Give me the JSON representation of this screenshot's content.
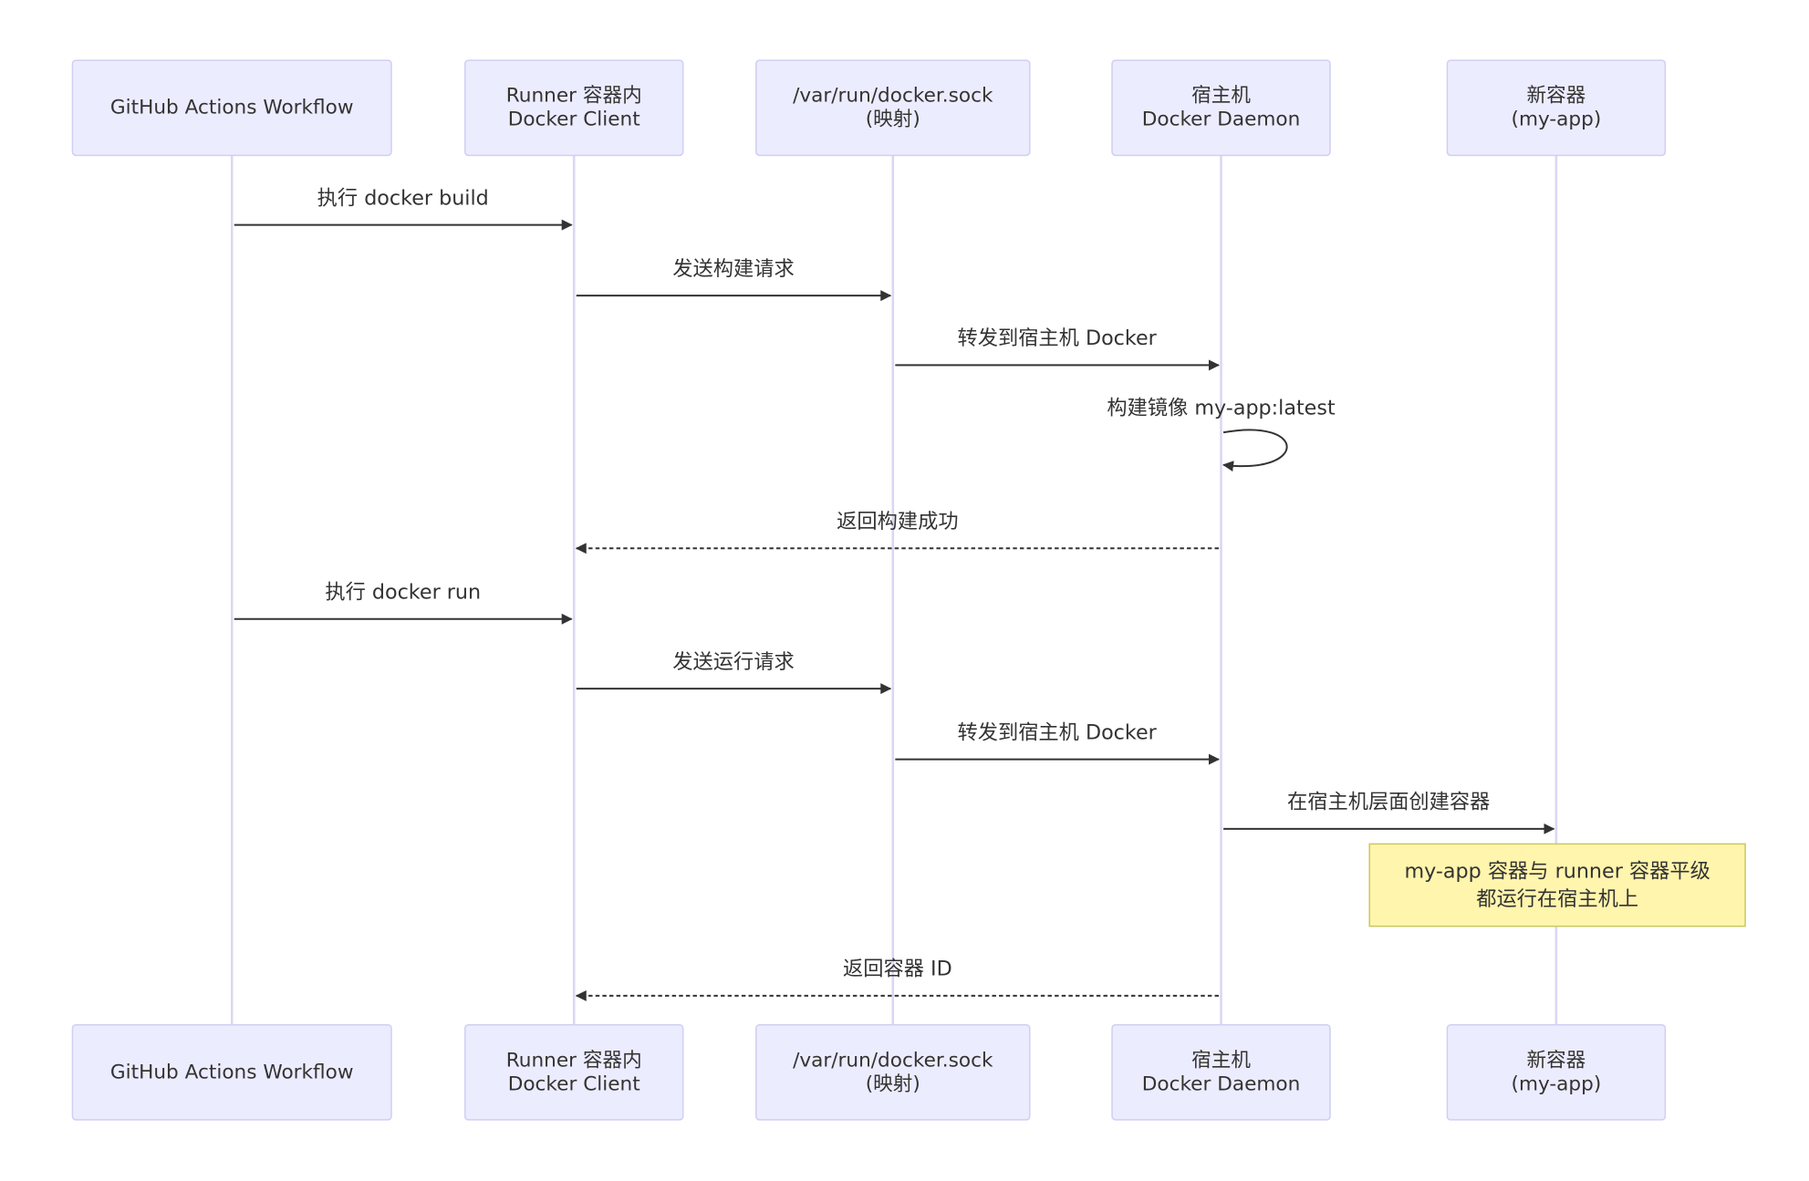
{
  "participants": [
    {
      "lines": [
        "GitHub Actions Workflow"
      ]
    },
    {
      "lines": [
        "Runner 容器内",
        "Docker Client"
      ]
    },
    {
      "lines": [
        "/var/run/docker.sock",
        "(映射)"
      ]
    },
    {
      "lines": [
        "宿主机",
        "Docker Daemon"
      ]
    },
    {
      "lines": [
        "新容器",
        "(my-app)"
      ]
    }
  ],
  "messages": [
    {
      "from": 0,
      "to": 1,
      "label": "执行 docker build",
      "style": "solid"
    },
    {
      "from": 1,
      "to": 2,
      "label": "发送构建请求",
      "style": "solid"
    },
    {
      "from": 2,
      "to": 3,
      "label": "转发到宿主机 Docker",
      "style": "solid"
    },
    {
      "from": 3,
      "to": 3,
      "label": "构建镜像 my-app:latest",
      "style": "solid"
    },
    {
      "from": 3,
      "to": 1,
      "label": "返回构建成功",
      "style": "dashed"
    },
    {
      "from": 0,
      "to": 1,
      "label": "执行 docker run",
      "style": "solid"
    },
    {
      "from": 1,
      "to": 2,
      "label": "发送运行请求",
      "style": "solid"
    },
    {
      "from": 2,
      "to": 3,
      "label": "转发到宿主机 Docker",
      "style": "solid"
    },
    {
      "from": 3,
      "to": 4,
      "label": "在宿主机层面创建容器",
      "style": "solid"
    },
    {
      "from": 3,
      "to": 1,
      "label": "返回容器 ID",
      "style": "dashed"
    }
  ],
  "note": {
    "over": 4,
    "lines": [
      "my-app 容器与 runner 容器平级",
      "都运行在宿主机上"
    ]
  },
  "colors": {
    "actor_fill": "#ECECFF",
    "actor_border": "#CFCFF2",
    "lifeline": "#DCD6F4",
    "arrow": "#333333",
    "note_fill": "#FFF5AD",
    "note_border": "#C9C95A"
  }
}
